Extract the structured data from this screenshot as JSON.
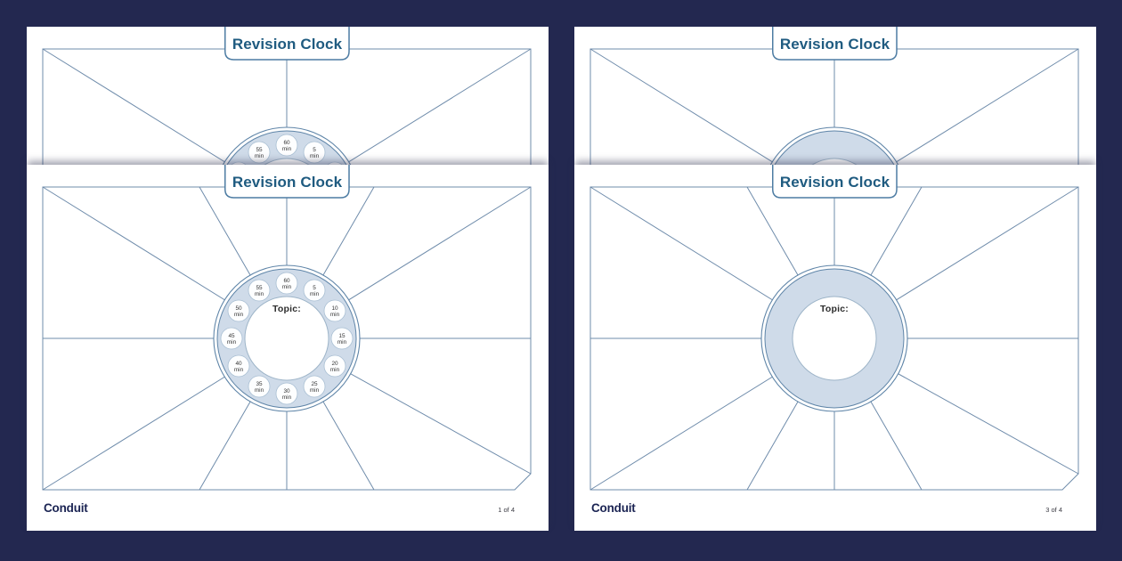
{
  "background_color": "#232850",
  "palette": {
    "line": "#6f8cab",
    "ring_fill": "#cfdbe9",
    "box_border": "#4d7ca3",
    "title_text": "#1f5b80",
    "logo_text": "#1b2453"
  },
  "page_title": "Revision Clock",
  "topic_label": "Topic:",
  "logo_text": "Conduit",
  "clock": {
    "minutes": [
      {
        "num": "60",
        "unit": "min"
      },
      {
        "num": "5",
        "unit": "min"
      },
      {
        "num": "10",
        "unit": "min"
      },
      {
        "num": "15",
        "unit": "min"
      },
      {
        "num": "20",
        "unit": "min"
      },
      {
        "num": "25",
        "unit": "min"
      },
      {
        "num": "30",
        "unit": "min"
      },
      {
        "num": "35",
        "unit": "min"
      },
      {
        "num": "40",
        "unit": "min"
      },
      {
        "num": "45",
        "unit": "min"
      },
      {
        "num": "50",
        "unit": "min"
      },
      {
        "num": "55",
        "unit": "min"
      }
    ]
  },
  "cards": [
    {
      "page_number": "1 of 4"
    },
    {
      "page_number": "3 of 4"
    }
  ]
}
